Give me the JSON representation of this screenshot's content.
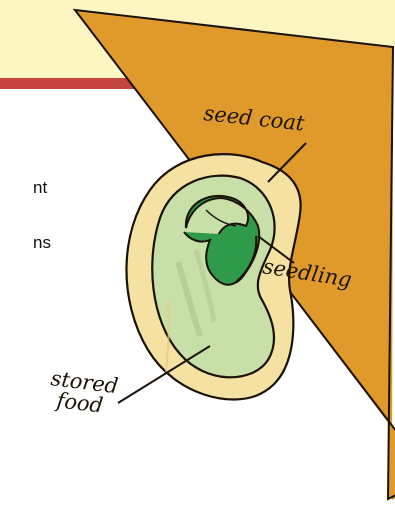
{
  "page": {
    "fragment_1": "nt",
    "fragment_2": "ns"
  },
  "diagram": {
    "labels": {
      "seed_coat": "seed coat",
      "seedling": "seedling",
      "stored_food_line1": "stored",
      "stored_food_line2": "food"
    },
    "colors": {
      "card": "#df9a2b",
      "seed_coat": "#f5e2a3",
      "stored_food": "#c8dfa8",
      "seedling": "#2f9a49",
      "top_band": "#fdf6c3",
      "red_rule": "#c5443f"
    }
  }
}
